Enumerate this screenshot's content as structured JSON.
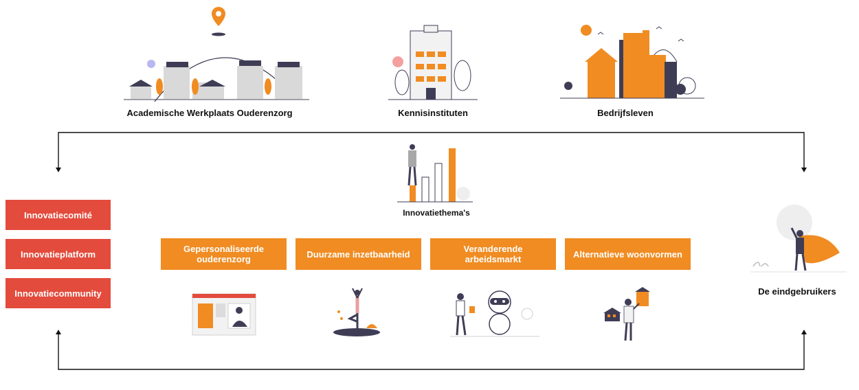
{
  "sources": [
    {
      "label": "Academische Werkplaats Ouderenzorg",
      "icon": "city-skyline-illustration"
    },
    {
      "label": "Kennisinstituten",
      "icon": "institute-building-illustration"
    },
    {
      "label": "Bedrijfsleven",
      "icon": "business-buildings-illustration"
    }
  ],
  "themes_title": "Innovatiethema's",
  "structure": [
    "Innovatiecomité",
    "Innovatieplatform",
    "Innovatiecommunity"
  ],
  "themes": [
    "Gepersonaliseerde ouderenzorg",
    "Duurzame inzetbaarheid",
    "Veranderende arbeidsmarkt",
    "Alternatieve woonvormen"
  ],
  "end_users": "De eindgebruikers",
  "colors": {
    "orange": "#f08c22",
    "red": "#e34b3c",
    "dark": "#3f3d56",
    "grey": "#cfcfcf"
  }
}
